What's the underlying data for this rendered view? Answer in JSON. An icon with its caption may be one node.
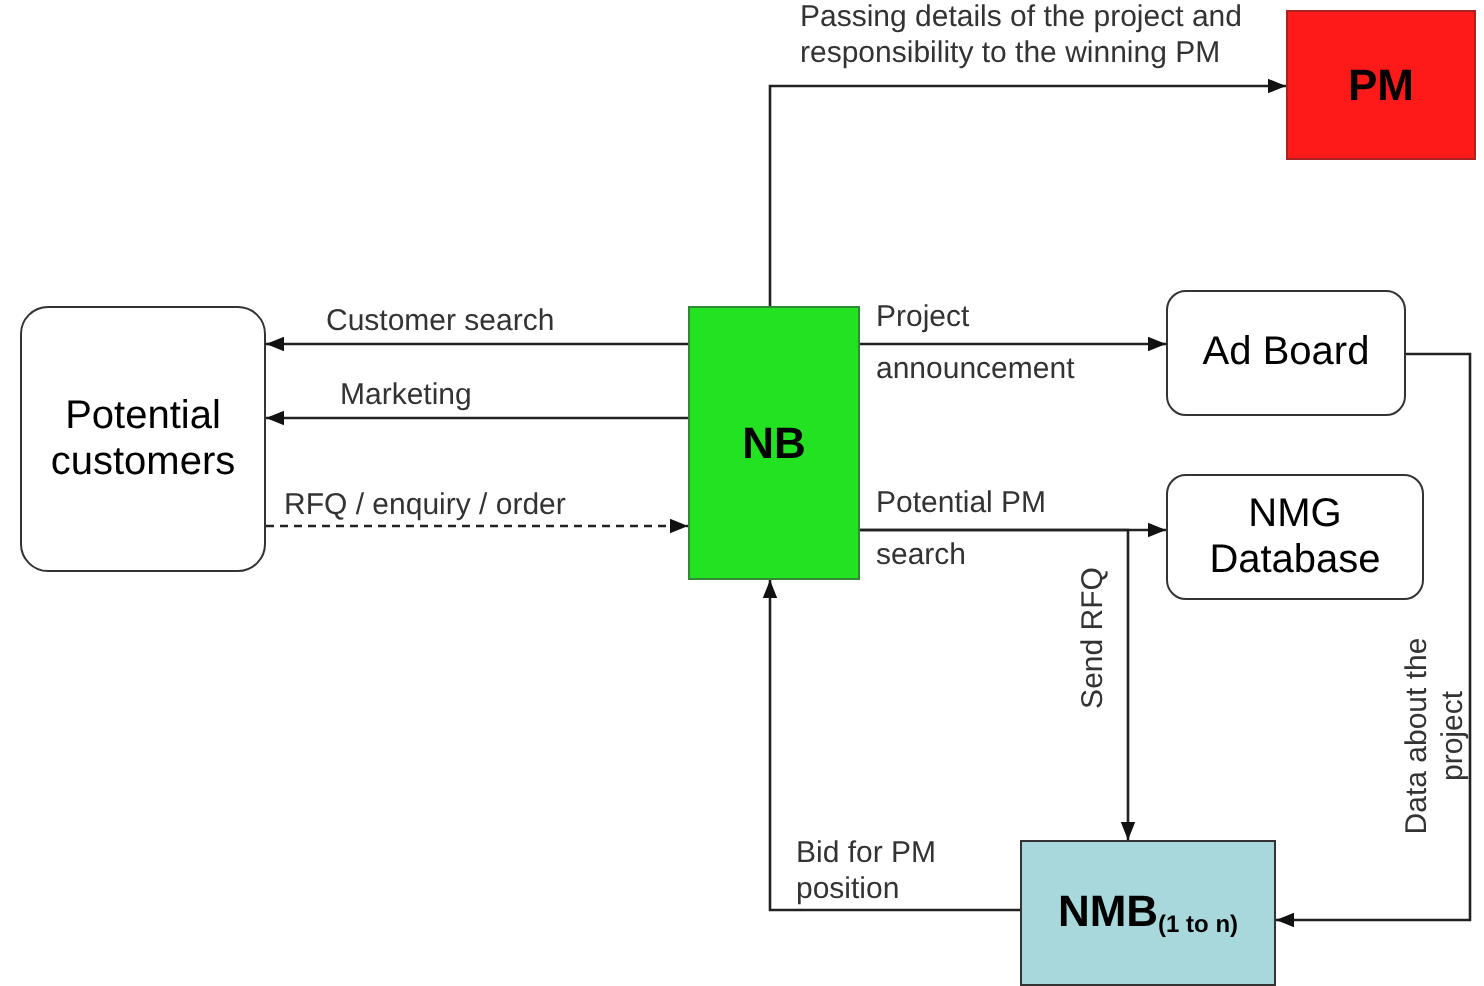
{
  "diagram": {
    "nodes": [
      {
        "text": [
          "PM"
        ]
      },
      {
        "text": [
          "Potential customers"
        ]
      },
      {
        "text": [
          "NB"
        ]
      },
      {
        "text": [
          "Ad Board"
        ]
      },
      {
        "text": [
          "NMG Database"
        ]
      },
      {
        "text": [
          "NMB$_{(1 to n)}$"
        ]
      }
    ],
    "edges": [
      {
        "from": 2,
        "to": 0,
        "arrow": "to",
        "label": "Passing details of the project and responsibility to the winning PM"
      },
      {
        "from": 2,
        "to": 1,
        "arrow": "to",
        "label": "Customer search"
      },
      {
        "from": 2,
        "to": 1,
        "arrow": "to",
        "label": "Marketing"
      },
      {
        "from": 1,
        "to": 2,
        "arrow": "to",
        "label": "RFQ / enquiry / order",
        "style": "dashed"
      },
      {
        "from": 2,
        "to": 3,
        "arrow": "to",
        "label": "Project announcement"
      },
      {
        "from": 2,
        "to": 4,
        "arrow": "to",
        "label": "Potential PM search"
      },
      {
        "from": 2,
        "to": 5,
        "arrow": "to",
        "label": "Send RFQ"
      },
      {
        "from": 5,
        "to": 2,
        "arrow": "to",
        "label": "Bid for PM position"
      },
      {
        "from": 3,
        "to": 5,
        "arrow": "to",
        "label": "Data about the project"
      }
    ]
  }
}
